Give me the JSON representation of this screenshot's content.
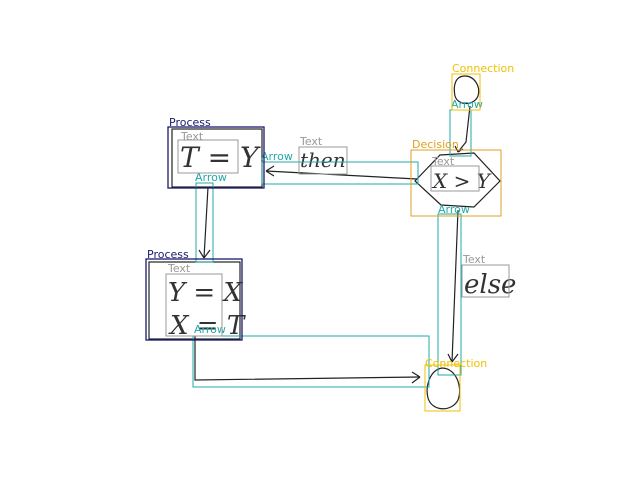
{
  "colors": {
    "process": "#1a1a6e",
    "decision": "#e0a020",
    "connection": "#f0c000",
    "arrow": "#22a8a8",
    "text": "#999999",
    "ink": "#222222"
  },
  "labels": {
    "connection_top": "Connection",
    "connection_bottom": "Connection",
    "process_top": "Process",
    "process_bottom": "Process",
    "decision": "Decision",
    "arrow": "Arrow",
    "text": "Text"
  },
  "handwriting": {
    "process_top": "T = Y",
    "decision": "X > Y",
    "then": "then",
    "else": "else",
    "process_bottom_line1": "Y = X",
    "process_bottom_line2": "X = T"
  }
}
